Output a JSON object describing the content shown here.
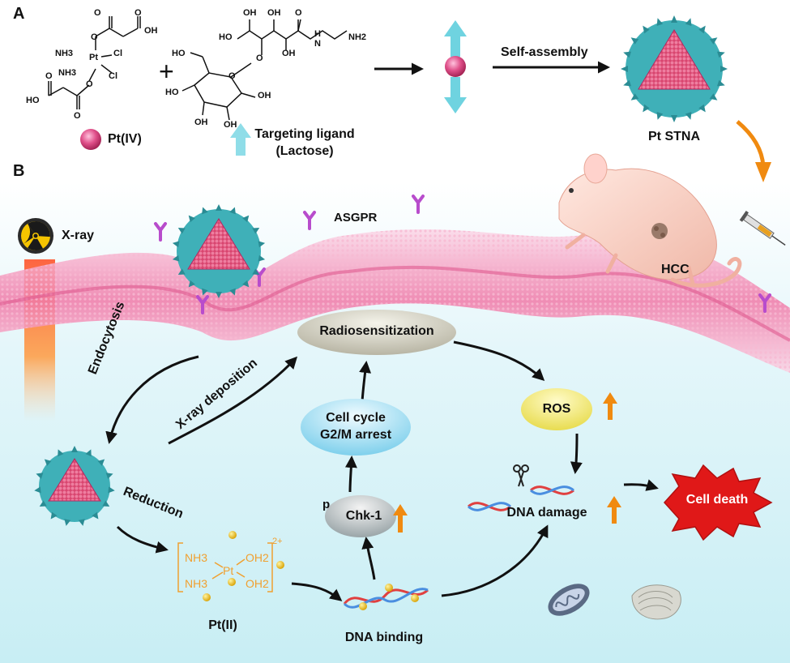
{
  "panels": {
    "a": "A",
    "b": "B"
  },
  "panel_a": {
    "pt_iv_label": "Pt(IV)",
    "targeting_ligand": "Targeting ligand",
    "lactose": "(Lactose)",
    "self_assembly": "Self-assembly",
    "pt_stna": "Pt STNA",
    "plus": "+",
    "pt_iv_structure": {
      "nh3_top": "NH3",
      "nh3_bottom": "NH3",
      "pt": "Pt",
      "cl_top": "Cl",
      "cl_bottom": "Cl",
      "o_top": "O",
      "o_top2": "O",
      "oh_top": "OH",
      "o_bot": "O",
      "o_bot2": "O",
      "ho_bot": "HO",
      "o_bot3": "O"
    },
    "lactose_structure": {
      "ho1": "HO",
      "oh1": "OH",
      "oh2": "OH",
      "o_amide": "O",
      "h": "H",
      "n": "N",
      "nh2": "NH2",
      "o_ring": "O",
      "o_link": "O",
      "oh3": "OH",
      "oh4": "OH",
      "ho2": "HO",
      "ho3": "HO",
      "oh5": "OH",
      "oh6": "OH"
    }
  },
  "panel_b": {
    "xray": "X-ray",
    "asgpr": "ASGPR",
    "hcc": "HCC",
    "endocytosis": "Endocytosis",
    "xray_deposition": "X-ray deposition",
    "radiosensitization": "Radiosensitization",
    "ros": "ROS",
    "cell_cycle_line1": "Cell cycle",
    "cell_cycle_line2": "G2/M arrest",
    "chk1": "Chk-1",
    "p": "p",
    "reduction": "Reduction",
    "dna_damage": "DNA damage",
    "cell_death": "Cell death",
    "dna_binding": "DNA binding",
    "pt_ii_label": "Pt(II)",
    "pt_ii_structure": {
      "nh3_a": "NH3",
      "nh3_b": "NH3",
      "pt": "Pt",
      "oh2_a": "OH2",
      "oh2_b": "OH2",
      "charge": "2+"
    }
  },
  "colors": {
    "nanoparticle_shell": "#3fb0b8",
    "nanoparticle_core": "#e0507a",
    "membrane": "#f0a8c8",
    "receptor": "#b050c8",
    "up_arrow": "#f08a10",
    "cell_death": "#e01818",
    "ros_fill": "#f4ee7a",
    "pt_ii": "#f0a030",
    "targeting_arrow": "#8fdde8"
  }
}
